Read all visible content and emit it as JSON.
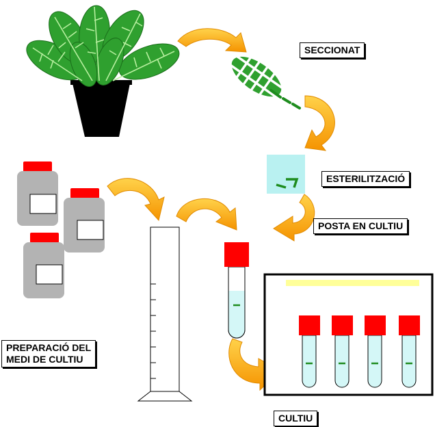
{
  "labels": {
    "seccionat": "SECCIONAT",
    "esterilitzacio": "ESTERILITZACIÓ",
    "posta_en_cultiu": "POSTA EN CULTIU",
    "preparacio": "PREPARACIÓ DEL\nMEDI DE CULTIU",
    "cultiu": "CULTIU"
  },
  "colors": {
    "leaf": "#2fa02f",
    "leaf_vein": "#b8f0a0",
    "pot": "#000000",
    "arrow_light": "#ffd24a",
    "arrow_dark": "#f59300",
    "jar_body": "#b3b3b3",
    "jar_cap": "#ff0000",
    "medium": "#d4f7f7",
    "sterilization_box": "#b9f1f1",
    "incubator_strip": "#ffff99",
    "explant": "#1e8c1e"
  },
  "icons": {
    "plant": "potted-plant-icon",
    "leaf_section": "sectioned-leaf-icon",
    "arrow": "curved-arrow-icon",
    "jar": "media-jar-icon",
    "cylinder": "graduated-cylinder-icon",
    "tube": "test-tube-icon",
    "chamber": "culture-chamber-icon"
  }
}
